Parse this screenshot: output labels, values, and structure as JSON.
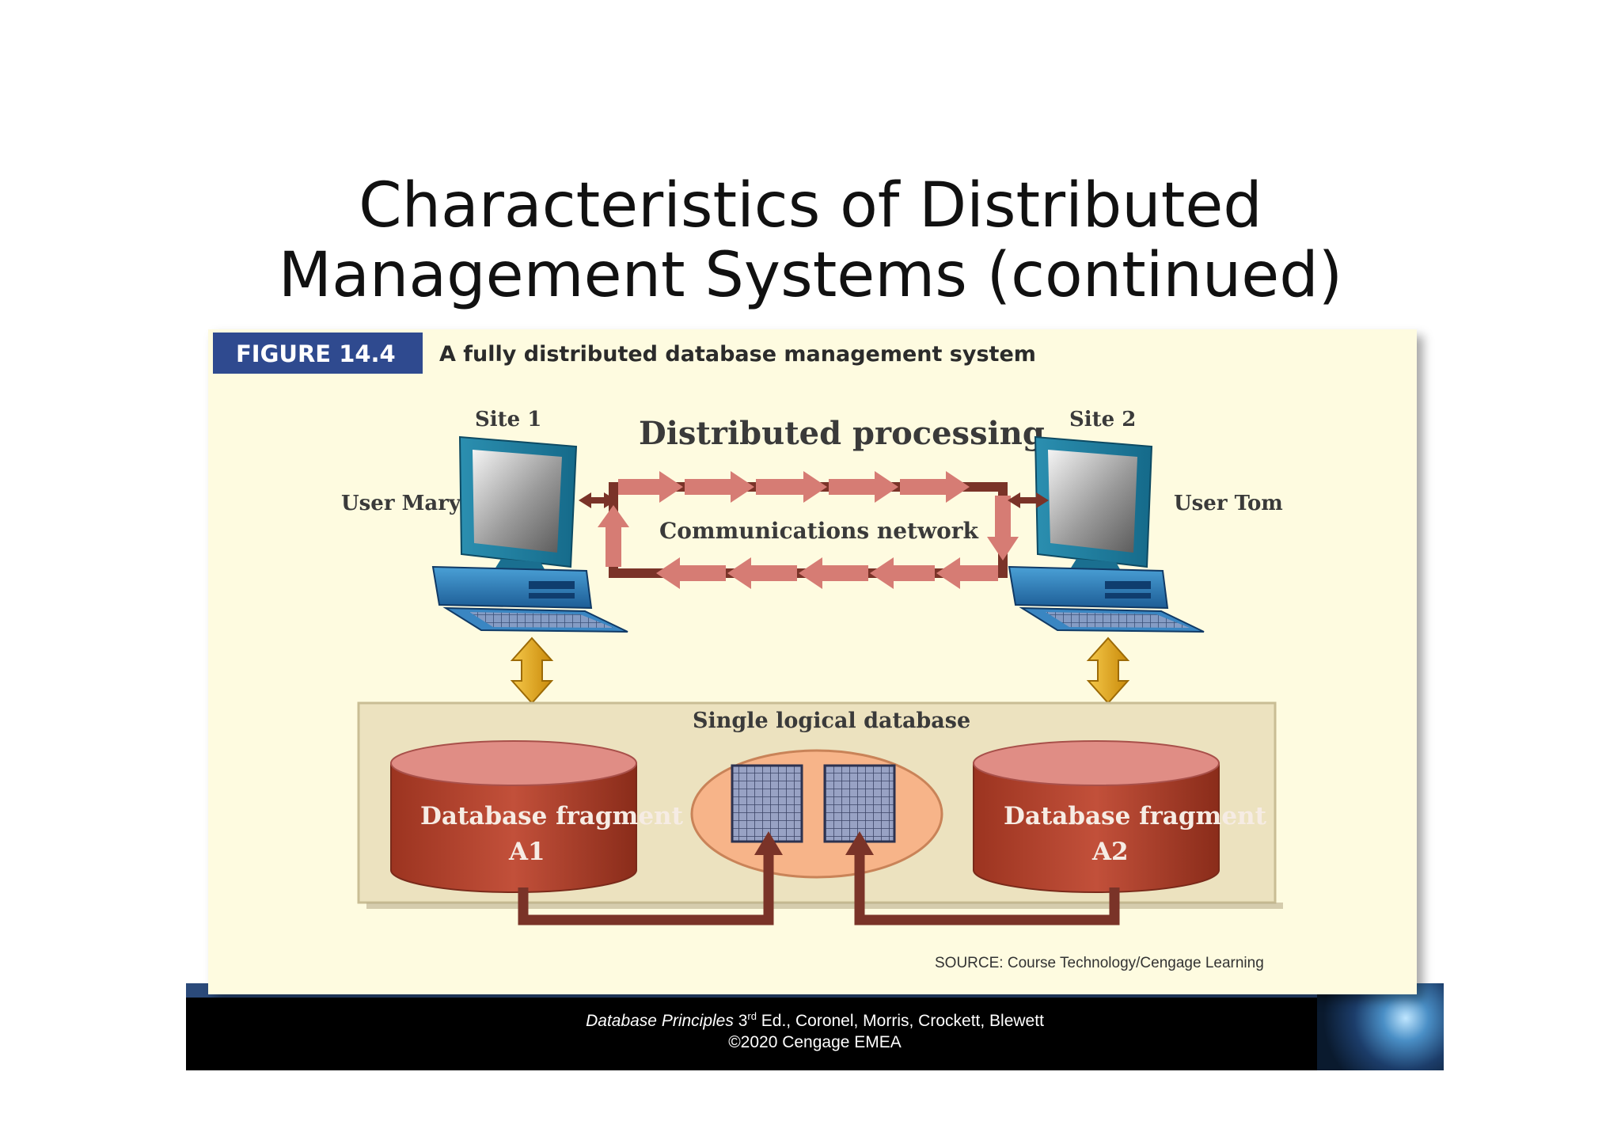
{
  "slide": {
    "title_line1": "Characteristics of Distributed",
    "title_line2": "Management Systems (continued)"
  },
  "figure": {
    "label": "FIGURE 14.4",
    "caption": "A fully distributed database management system",
    "heading": "Distributed processing",
    "site1": "Site 1",
    "site2": "Site 2",
    "user1": "User Mary",
    "user2": "User Tom",
    "network": "Communications network",
    "database": "Single logical database",
    "fragment1_line1": "Database fragment",
    "fragment1_line2": "A1",
    "fragment2_line1": "Database fragment",
    "fragment2_line2": "A2",
    "source": "SOURCE: Course Technology/Cengage Learning"
  },
  "footer": {
    "book": "Database Principles",
    "edition_num": "3",
    "edition_sup": "rd",
    "authors": " Ed., Coronel, Morris, Crockett, Blewett",
    "copyright": "©2020 Cengage EMEA"
  },
  "colors": {
    "figure_bg": "#fefbe0",
    "label_bg": "#2f4a8f",
    "network_arrow": "#d57a72",
    "network_frame": "#7a3328",
    "cylinder": "#b5412b",
    "db_panel": "#ece2bf",
    "center_oval": "#f7b489",
    "grid": "#8d97b8",
    "up_down_arrow": "#e6a514"
  }
}
